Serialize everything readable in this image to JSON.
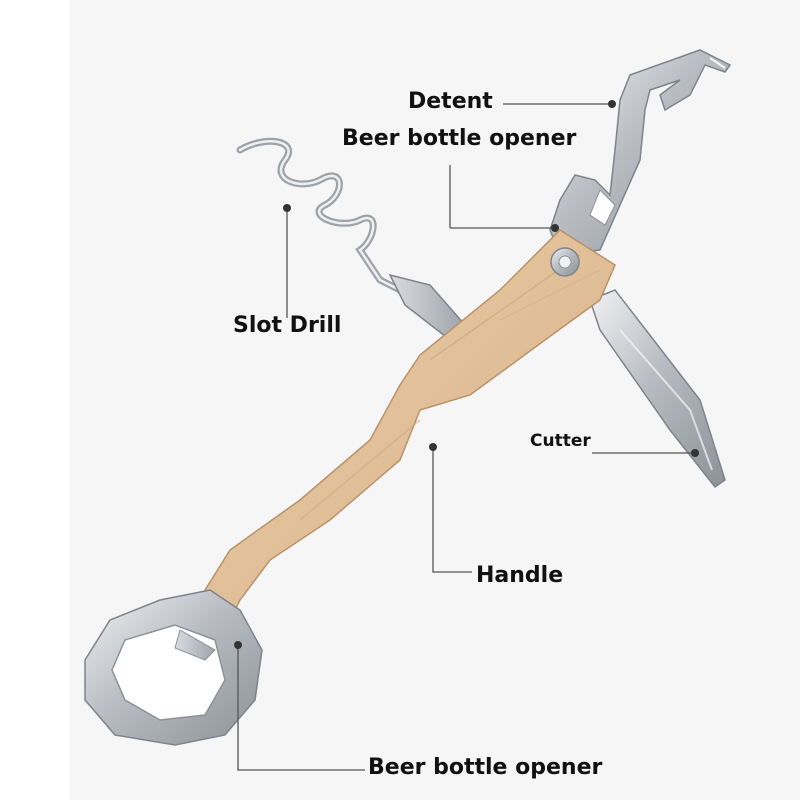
{
  "labels": {
    "detent": "Detent",
    "beer_bottle_opener_top": "Beer bottle opener",
    "slot_drill": "Slot Drill",
    "cutter": "Cutter",
    "handle": "Handle",
    "beer_bottle_opener_bottom": "Beer bottle opener"
  },
  "colors": {
    "wood": "#e3c29c",
    "metal": "#c9ccd0",
    "leader": "#555555",
    "text": "#111111"
  }
}
